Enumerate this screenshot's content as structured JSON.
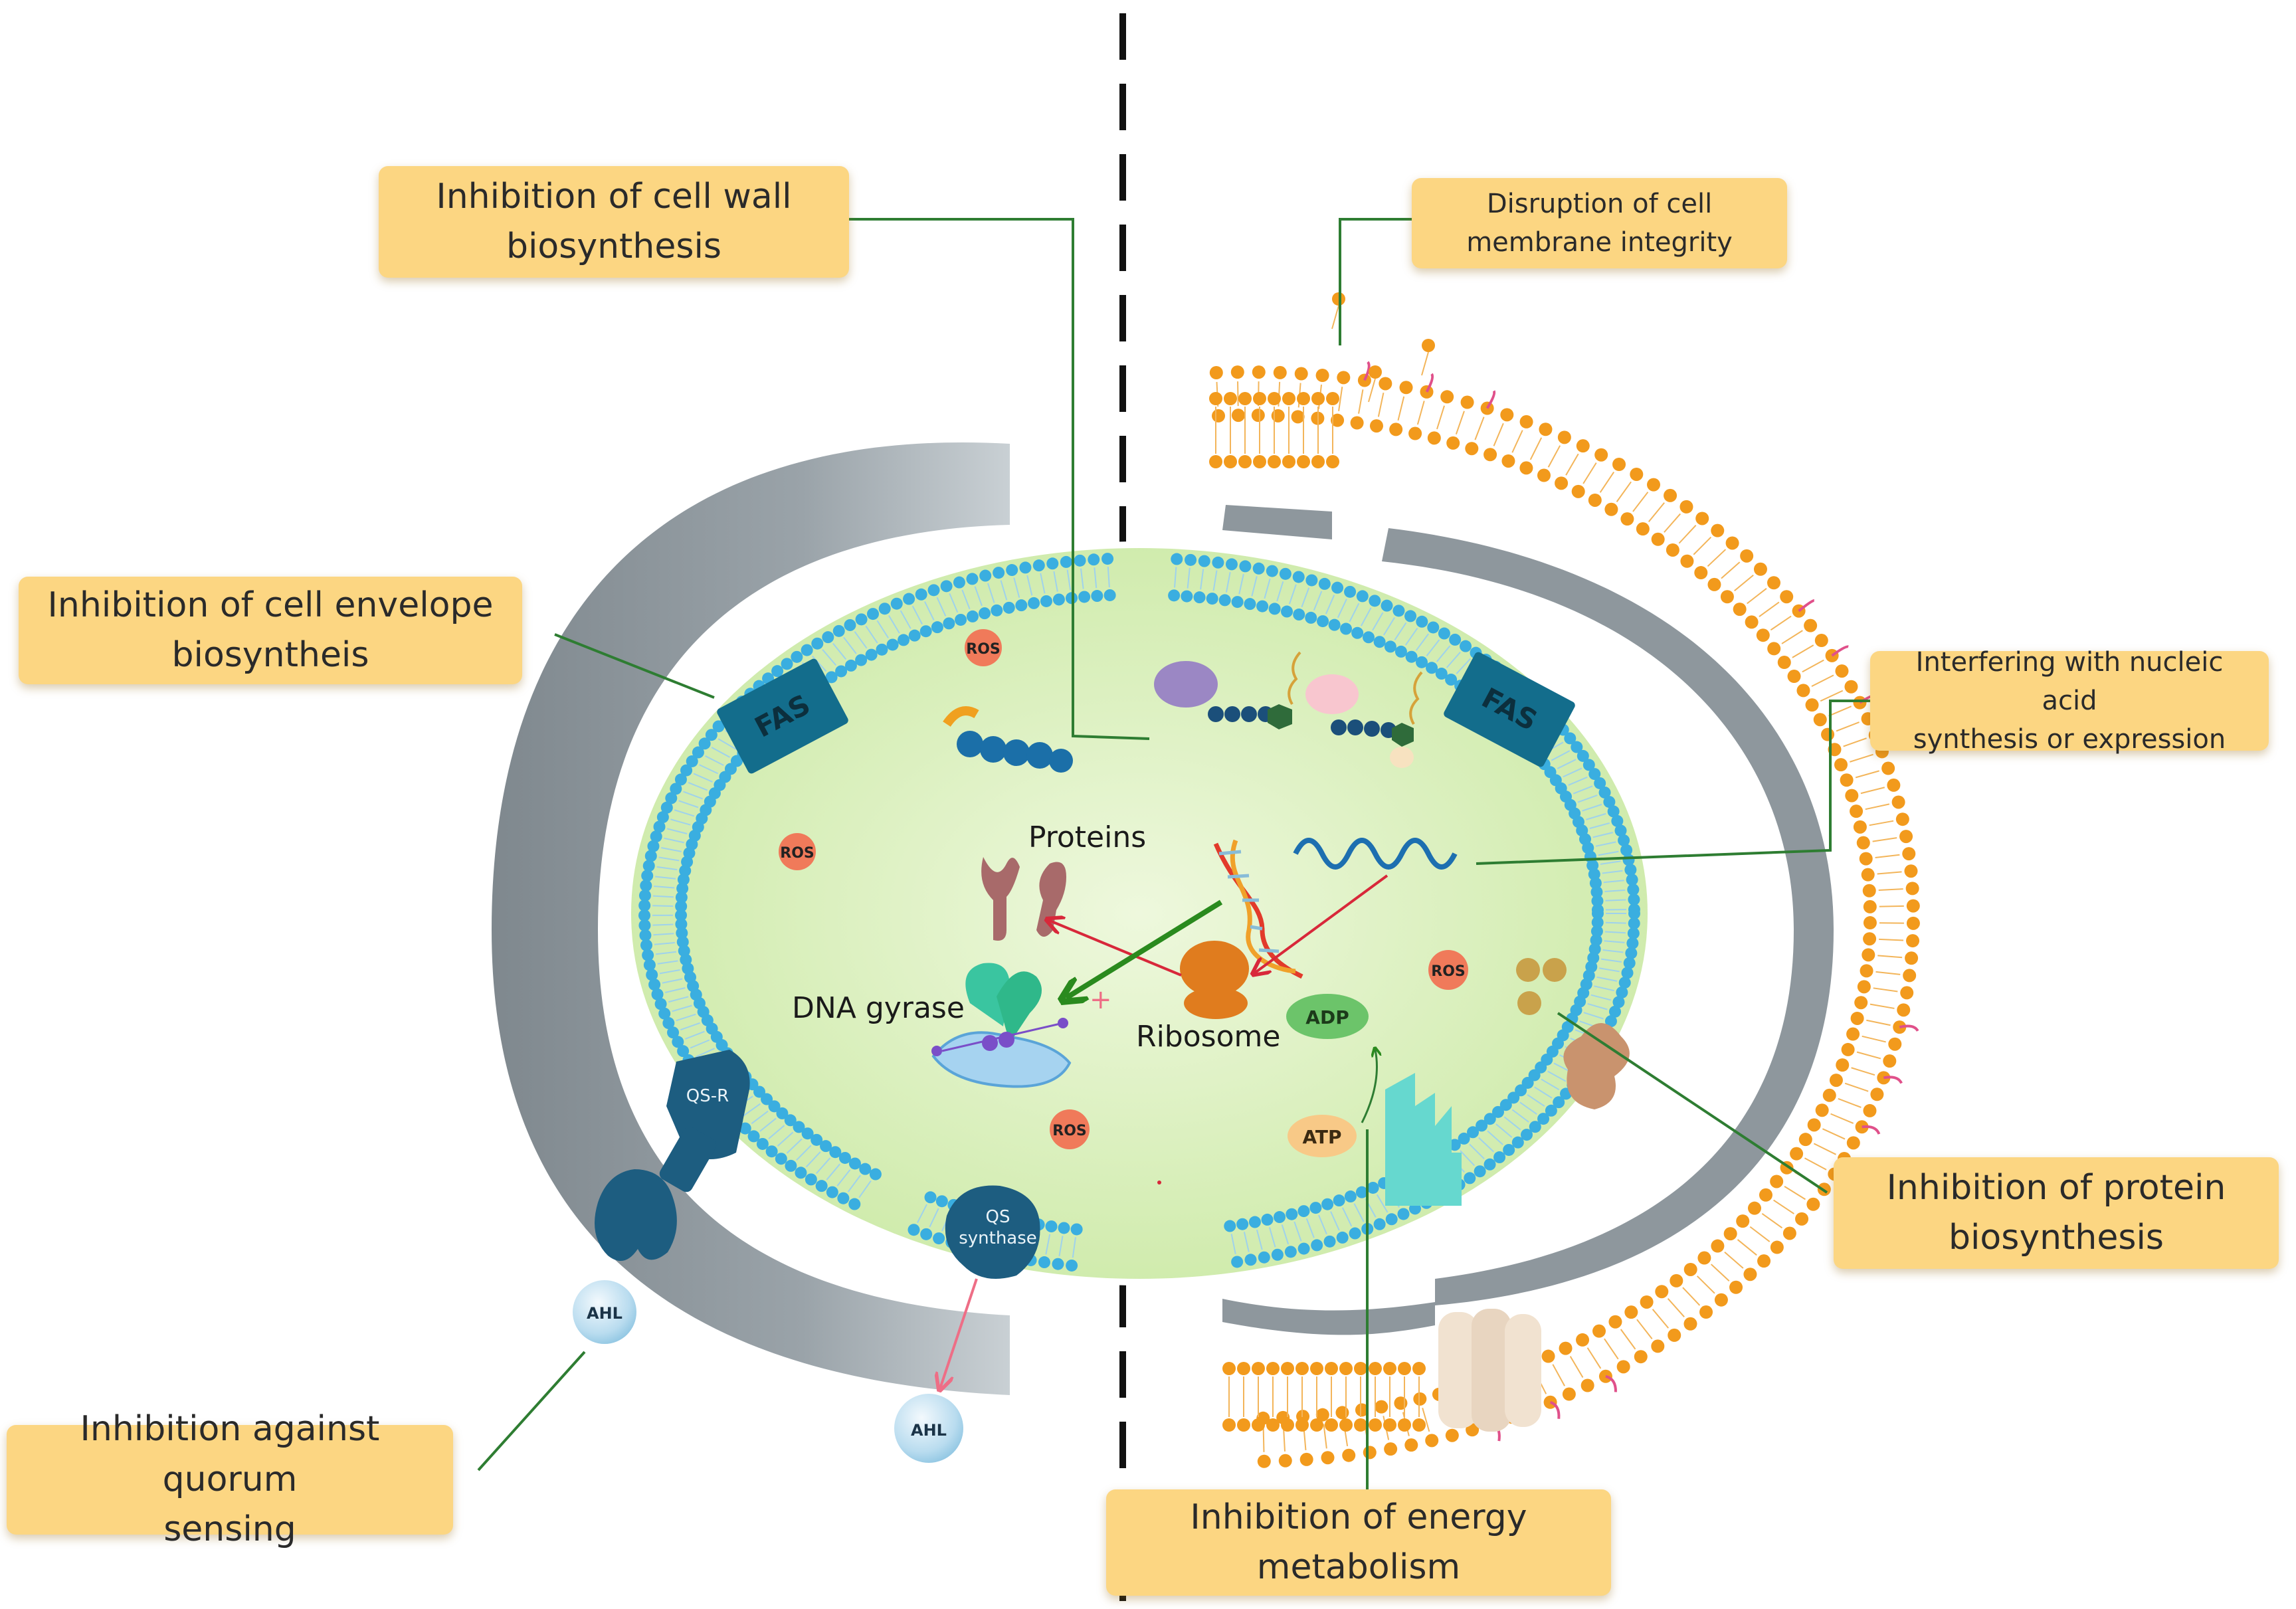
{
  "labels": {
    "cell_wall": [
      "Inhibition of cell wall",
      "biosynthesis"
    ],
    "membrane": [
      "Disruption of cell",
      "membrane integrity"
    ],
    "envelope": [
      "Inhibition of cell envelope",
      "biosyntheis"
    ],
    "nucleic": [
      "Interfering with nucleic acid",
      "synthesis or expression"
    ],
    "protein": [
      "Inhibition of protein",
      "biosynthesis"
    ],
    "energy": [
      "Inhibition of energy",
      "metabolism"
    ],
    "quorum": [
      "Inhibition against quorum",
      "sensing"
    ]
  },
  "cell": {
    "fas": "FAS",
    "ros": "ROS",
    "proteins": "Proteins",
    "dna_gyrase": "DNA gyrase",
    "ribosome": "Ribosome",
    "adp": "ADP",
    "atp": "ATP",
    "qs_r": "QS-R",
    "qs_synthase": [
      "QS",
      "synthase"
    ],
    "ahl": "AHL"
  },
  "colors": {
    "label_box": "#fcd682",
    "cytoplasm": "#d6f0b8",
    "membrane_blue": "#3aaee0",
    "wall_gray": "#8e979d",
    "outer_membrane": "#f29a1c",
    "connector": "#2e7d32",
    "fas_box": "#136d8c"
  }
}
